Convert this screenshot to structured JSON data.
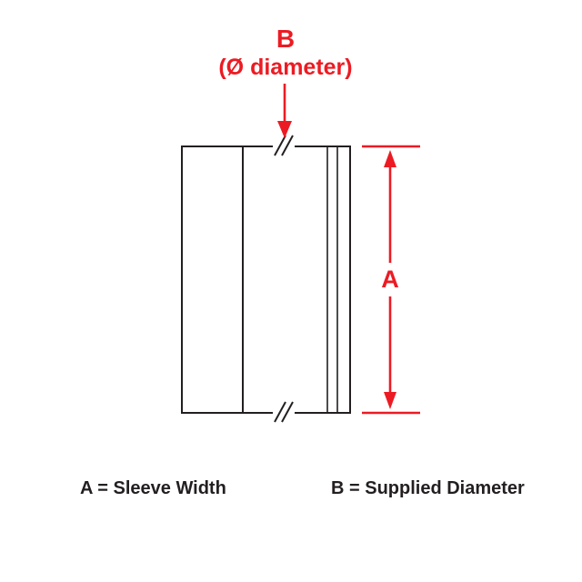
{
  "diagram": {
    "colors": {
      "red": "#EC1B23",
      "black": "#231F20",
      "white": "#FFFFFF"
    },
    "labels": {
      "b": "B",
      "b_sub": "(Ø diameter)",
      "a": "A"
    },
    "legend": {
      "a": "A = Sleeve Width",
      "b": "B = Supplied Diameter"
    }
  }
}
